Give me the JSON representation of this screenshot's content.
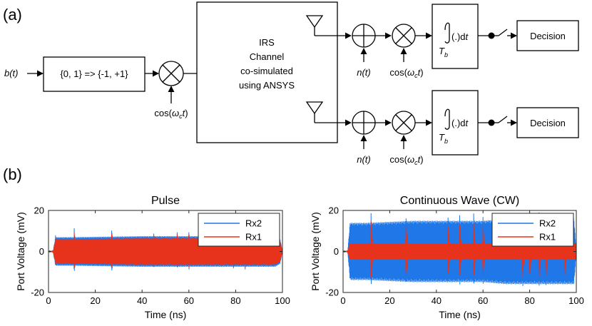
{
  "panels": {
    "a": "(a)",
    "b": "(b)"
  },
  "diagram": {
    "input_label": "b(t)",
    "mapper_label": "{0, 1} => {-1, +1}",
    "carrier_label": "cos(",
    "carrier_omega": "ω",
    "carrier_sub": "c",
    "carrier_t": "t",
    "carrier_close": ")",
    "channel_lines": [
      "IRS",
      "Channel",
      "co-simulated",
      "using ANSYS"
    ],
    "noise_label": "n(t)",
    "integrator_label": "(.)d",
    "integrator_t": "t",
    "integrator_limit": "T",
    "integrator_limit_sub": "b",
    "decision_label": "Decision",
    "colors": {
      "line": "#000000",
      "block_fill": "#ffffff"
    }
  },
  "chart_data": [
    {
      "type": "line",
      "title": "Pulse",
      "xlabel": "Time (ns)",
      "ylabel": "Port Voltage (mV)",
      "xlim": [
        0,
        100
      ],
      "ylim": [
        -20,
        20
      ],
      "xticks": [
        0,
        20,
        40,
        60,
        80,
        100
      ],
      "yticks": [
        -20,
        0,
        20
      ],
      "grid": false,
      "legend_position": "top-right",
      "series": [
        {
          "name": "Rx2",
          "color": "#1f77e8",
          "envelope": {
            "t": [
              0,
              2,
              3,
              10,
              40,
              70,
              97,
              99,
              100
            ],
            "amp": [
              0,
              0.5,
              7,
              7,
              7.5,
              7.5,
              7.5,
              6,
              0
            ]
          },
          "spikes": [
            {
              "t": 3,
              "amp": 8
            },
            {
              "t": 11,
              "amp": 12
            },
            {
              "t": 27,
              "amp": 12
            },
            {
              "t": 45,
              "amp": 10
            },
            {
              "t": 55,
              "amp": 10
            },
            {
              "t": 60,
              "amp": 10
            },
            {
              "t": 79,
              "amp": 10
            },
            {
              "t": 84,
              "amp": 10
            },
            {
              "t": 95,
              "amp": 8
            }
          ]
        },
        {
          "name": "Rx1",
          "color": "#e8331c",
          "envelope": {
            "t": [
              0,
              2,
              3,
              10,
              40,
              70,
              97,
              99,
              100
            ],
            "amp": [
              0,
              0.5,
              6,
              6,
              6.5,
              6.5,
              6.5,
              5,
              0
            ]
          },
          "spikes": [
            {
              "t": 3,
              "amp": 7
            },
            {
              "t": 11,
              "amp": 10
            },
            {
              "t": 27,
              "amp": 10
            },
            {
              "t": 45,
              "amp": 9
            },
            {
              "t": 55,
              "amp": 9
            },
            {
              "t": 60,
              "amp": 9
            },
            {
              "t": 79,
              "amp": 9
            },
            {
              "t": 84,
              "amp": 9
            },
            {
              "t": 95,
              "amp": 7
            }
          ]
        }
      ]
    },
    {
      "type": "line",
      "title": "Continuous Wave (CW)",
      "xlabel": "Time (ns)",
      "ylabel": "Port Voltage (mV)",
      "xlim": [
        0,
        100
      ],
      "ylim": [
        -20,
        20
      ],
      "xticks": [
        0,
        20,
        40,
        60,
        80,
        100
      ],
      "yticks": [
        -20,
        0,
        20
      ],
      "grid": false,
      "legend_position": "top-right",
      "series": [
        {
          "name": "Rx2",
          "color": "#1f77e8",
          "envelope": {
            "t": [
              0,
              2,
              3,
              10,
              30,
              40,
              60,
              70,
              99,
              100
            ],
            "amp": [
              0,
              0.5,
              14,
              14,
              15,
              15,
              15,
              16,
              16,
              0
            ]
          },
          "spikes": [
            {
              "t": 12,
              "amp": 19
            },
            {
              "t": 27,
              "amp": 19
            },
            {
              "t": 45,
              "amp": 19
            },
            {
              "t": 50,
              "amp": 18
            },
            {
              "t": 56,
              "amp": 19
            },
            {
              "t": 60,
              "amp": 18
            },
            {
              "t": 77,
              "amp": 19
            },
            {
              "t": 80,
              "amp": 19
            },
            {
              "t": 84,
              "amp": 19
            },
            {
              "t": 87,
              "amp": 19
            },
            {
              "t": 95,
              "amp": 18
            }
          ]
        },
        {
          "name": "Rx1",
          "color": "#e8331c",
          "envelope": {
            "t": [
              0,
              2,
              3,
              100
            ],
            "amp": [
              0,
              0.5,
              4,
              4
            ]
          },
          "spikes": [
            {
              "t": 12,
              "amp": 15
            },
            {
              "t": 27,
              "amp": 15
            },
            {
              "t": 45,
              "amp": 14
            },
            {
              "t": 50,
              "amp": 13
            },
            {
              "t": 56,
              "amp": 14
            },
            {
              "t": 60,
              "amp": 13
            },
            {
              "t": 77,
              "amp": 14
            },
            {
              "t": 80,
              "amp": 14
            },
            {
              "t": 84,
              "amp": 14
            },
            {
              "t": 87,
              "amp": 14
            },
            {
              "t": 95,
              "amp": 13
            }
          ]
        }
      ]
    }
  ]
}
